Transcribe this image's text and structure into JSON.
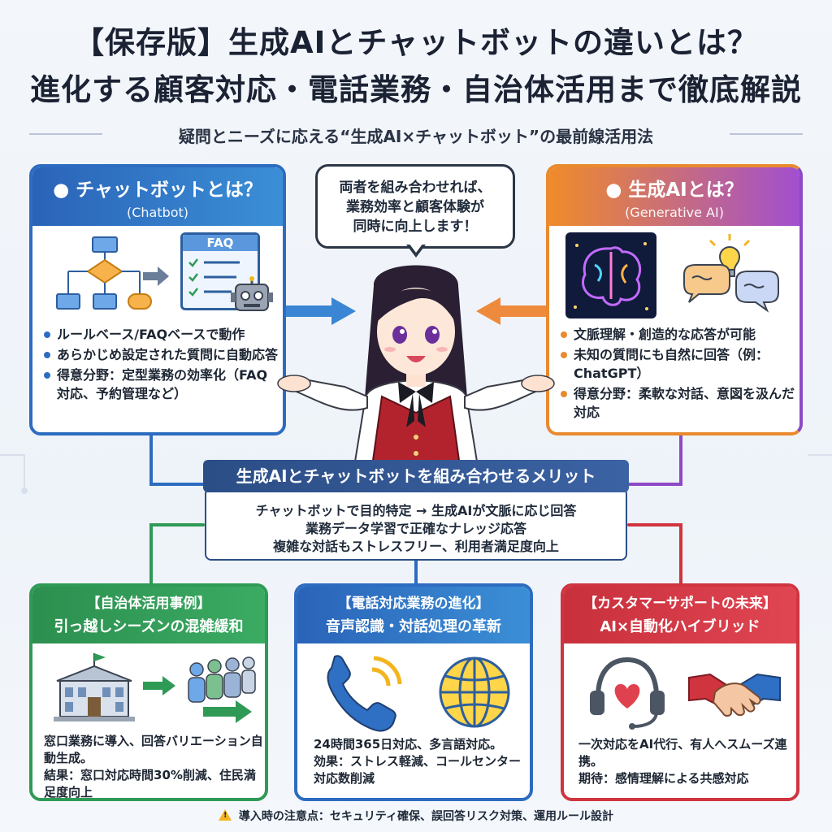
{
  "header": {
    "title_line1": "【保存版】生成AIとチャットボットの違いとは？",
    "title_line2": "進化する顧客対応・電話業務・自治体活用まで徹底解説",
    "subtitle": "疑問とニーズに応える“生成AI×チャットボット”の最前線活用法"
  },
  "chatbot_card": {
    "title": "● チャットボットとは？",
    "subtitle": "(Chatbot)",
    "faq_label": "FAQ",
    "bullets": [
      "ルールベース/FAQベースで動作",
      "あらかじめ設定された質問に自動応答",
      "得意分野：定型業務の効率化（FAQ対応、予約管理など）"
    ]
  },
  "genai_card": {
    "title": "● 生成AIとは？",
    "subtitle": "(Generative AI)",
    "bullets": [
      "文脈理解・創造的な応答が可能",
      "未知の質問にも自然に回答（例：ChatGPT）",
      "得意分野：柔軟な対話、意図を汲んだ対応"
    ]
  },
  "speech_bubble": {
    "line1": "両者を組み合わせれば、",
    "line2": "業務効率と顧客体験が",
    "line3": "同時に向上します！"
  },
  "merit": {
    "title": "生成AIとチャットボットを組み合わせるメリット",
    "line1": "チャットボットで目的特定 → 生成AIが文脈に応じ回答",
    "line2": "業務データ学習で正確なナレッジ応答",
    "line3": "複雑な対話もストレスフリー、利用者満足度向上"
  },
  "cards": [
    {
      "head1": "【自治体活用事例】",
      "head2": "引っ越しシーズンの混雑緩和",
      "text1": "窓口業務に導入、回答バリエーション自動生成。",
      "text2": "結果：窓口対応時間30%削減、住民満足度向上"
    },
    {
      "head1": "【電話対応業務の進化】",
      "head2": "音声認識・対話処理の革新",
      "text1": "24時間365日対応、多言語対応。",
      "text2": "効果：ストレス軽減、コールセンター対応数削減"
    },
    {
      "head1": "【カスタマーサポートの未来】",
      "head2": "AI×自動化ハイブリッド",
      "text1": "一次対応をAI代行、有人へスムーズ連携。",
      "text2": "期待：感情理解による共感対応"
    }
  ],
  "footer": {
    "text": "導入時の注意点：セキュリティ確保、誤回答リスク対策、運用ルール設計"
  },
  "colors": {
    "chatbot_blue": "#2d6cc0",
    "genai_orange": "#e98a2f",
    "genai_purple": "#8e49c6",
    "case_green": "#2f9a56",
    "case_red": "#d0343f",
    "merit_navy": "#2c4e86"
  }
}
